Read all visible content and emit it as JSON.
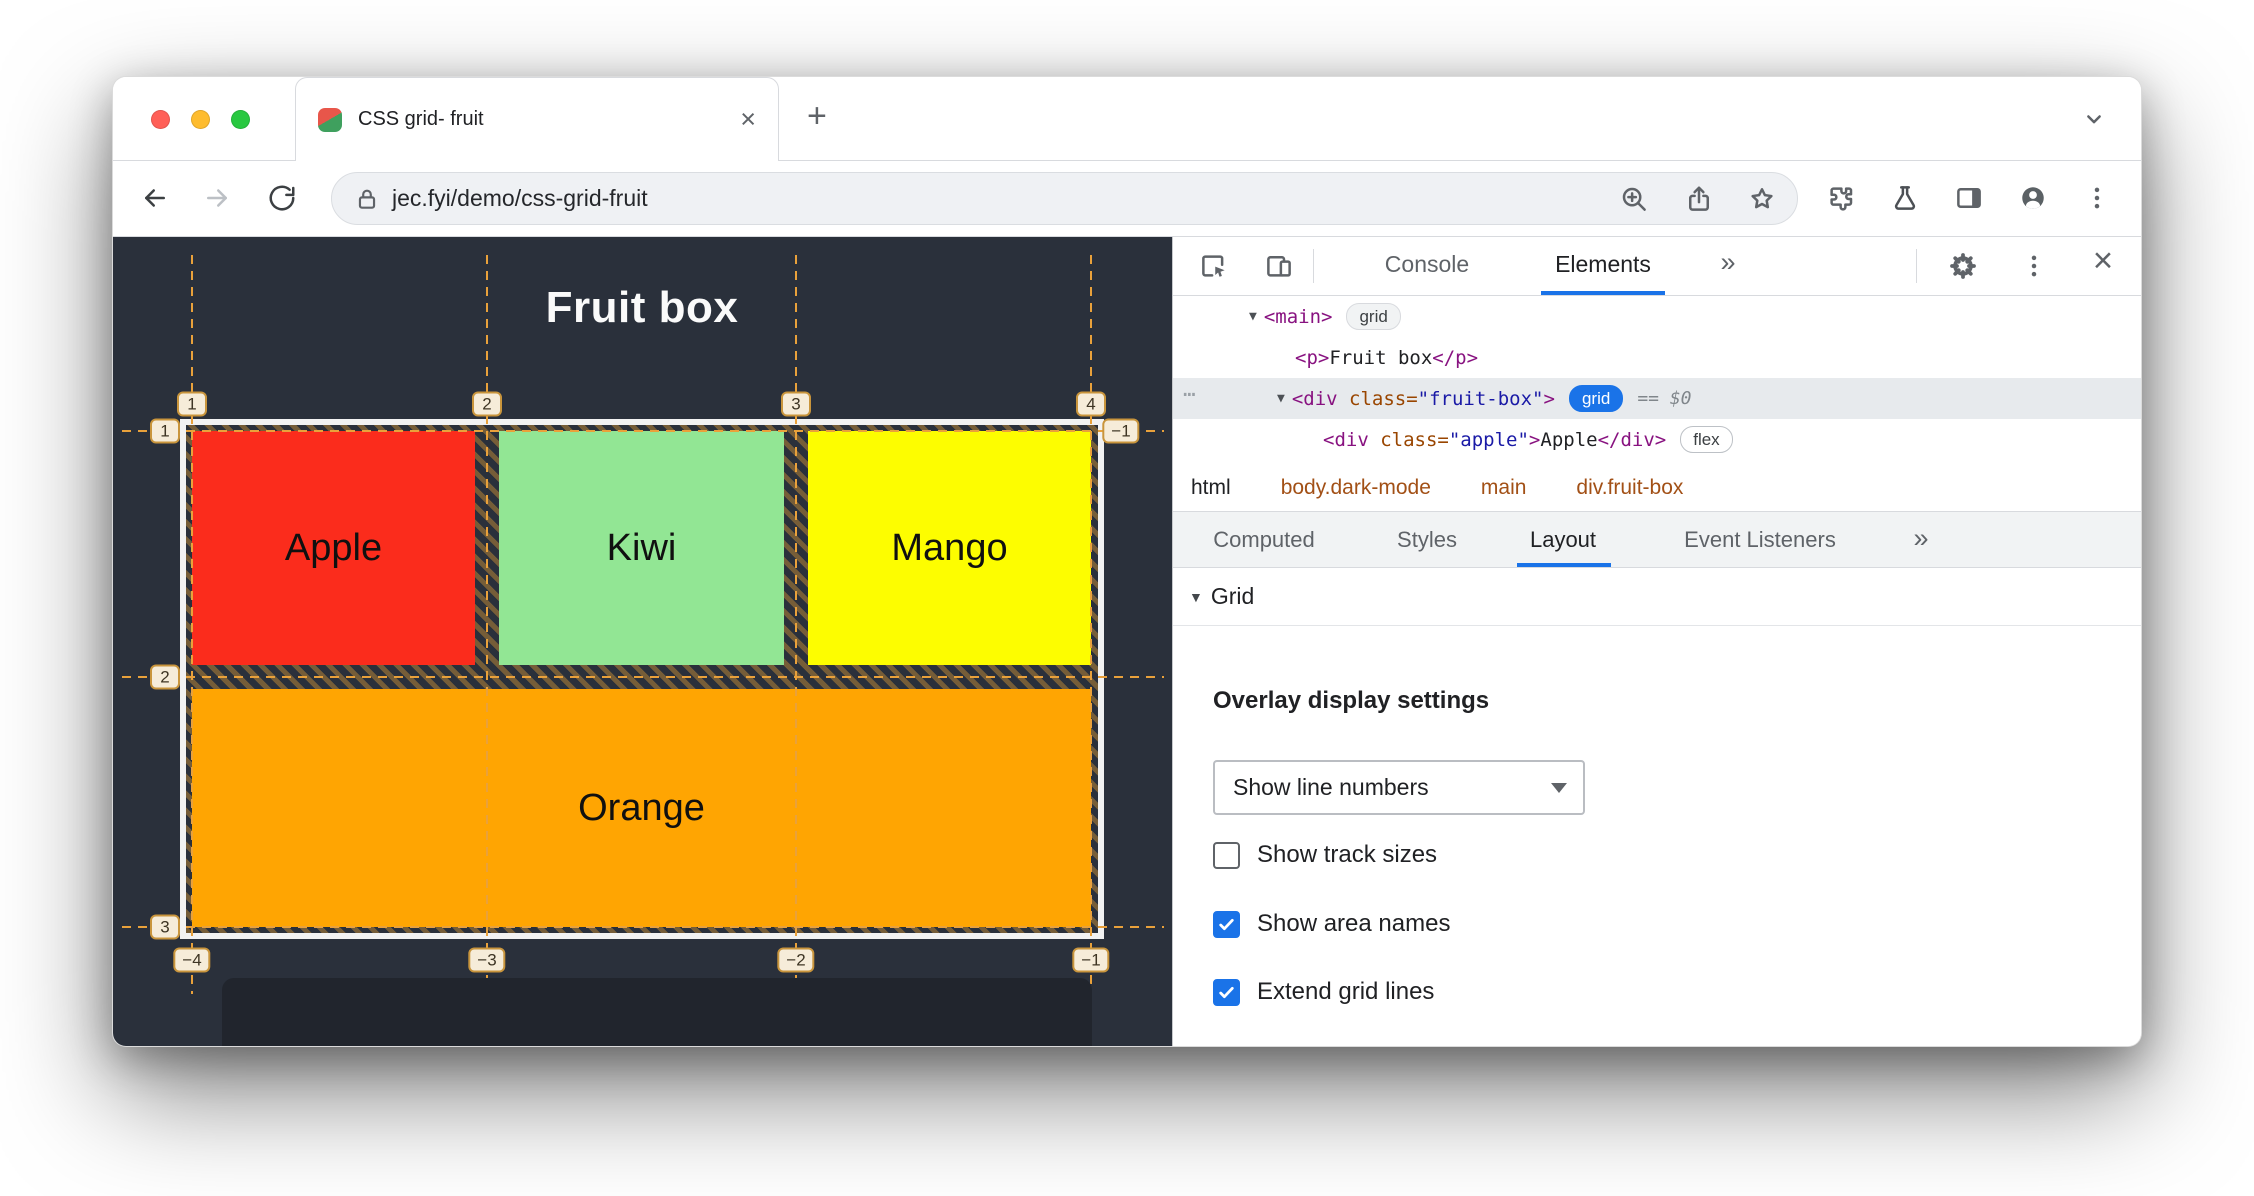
{
  "colors": {
    "accent_blue": "#1a73e8",
    "apple": "#fb2c1c",
    "kiwi": "#92e694",
    "mango": "#fdfd00",
    "orange": "#ffa502",
    "page_bg": "#2a303b",
    "overlay_line": "#e9a13b"
  },
  "icons": {
    "new_tab": "+",
    "close": "×",
    "overflow": "»"
  },
  "browser": {
    "tab_title": "CSS grid- fruit",
    "url": "jec.fyi/demo/css-grid-fruit"
  },
  "page": {
    "title": "Fruit box",
    "cells": [
      {
        "label": "Apple"
      },
      {
        "label": "Kiwi"
      },
      {
        "label": "Mango"
      },
      {
        "label": "Orange"
      }
    ],
    "grid_labels": {
      "top": [
        "1",
        "2",
        "3",
        "4"
      ],
      "left": [
        "1",
        "2",
        "3"
      ],
      "bottom": [
        "−4",
        "−3",
        "−2",
        "−1"
      ],
      "right": [
        "−1"
      ]
    }
  },
  "devtools": {
    "main_tabs": {
      "console": "Console",
      "elements": "Elements"
    },
    "tree": {
      "rows": [
        {
          "arrow": "▼",
          "tag": "<main>",
          "badge": "grid"
        },
        {
          "open": "<p>",
          "text": "Fruit box",
          "close": "</p>"
        },
        {
          "menu": "⋯",
          "arrow": "▼",
          "tag_open": "<div",
          "attr": " class=",
          "value": "\"fruit-box\"",
          "tag_close": ">",
          "badge": "grid",
          "suffix": "== $0"
        },
        {
          "tag_open": "<div",
          "attr": " class=",
          "value": "\"apple\"",
          "tag_close": ">",
          "text": "Apple",
          "tag_end": "</div>",
          "badge": "flex"
        }
      ]
    },
    "breadcrumbs": [
      "html",
      "body.dark-mode",
      "main",
      "div.fruit-box"
    ],
    "panel_tabs": {
      "computed": "Computed",
      "styles": "Styles",
      "layout": "Layout",
      "events": "Event Listeners"
    },
    "grid_section": {
      "arrow": "▼",
      "title": "Grid"
    },
    "layout": {
      "heading": "Overlay display settings",
      "dropdown_value": "Show line numbers",
      "checkboxes": [
        {
          "label": "Show track sizes",
          "checked": false
        },
        {
          "label": "Show area names",
          "checked": true
        },
        {
          "label": "Extend grid lines",
          "checked": true
        }
      ]
    }
  }
}
